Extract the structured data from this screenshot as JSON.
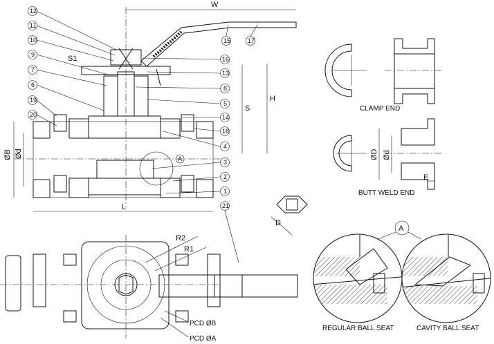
{
  "balloons": [
    "12",
    "11",
    "10",
    "9",
    "7",
    "6",
    "19",
    "20",
    "15",
    "17",
    "16",
    "13",
    "8",
    "5",
    "14",
    "18",
    "4",
    "3",
    "2",
    "1",
    "21"
  ],
  "dimensions": {
    "W": "W",
    "H": "H",
    "S": "S",
    "S1": "S1",
    "L": "L",
    "OB": "ØB",
    "Od": "Ød",
    "OD_butt": "ØD",
    "Od_butt": "Ød",
    "E": "E",
    "D": "D",
    "R1": "R1",
    "R2": "R2",
    "detail": "A"
  },
  "captions": {
    "clamp_end": "CLAMP END",
    "butt_weld_end": "BUTT WELD END",
    "regular_ball_seat": "REGULAR BALL SEAT",
    "cavity_ball_seat": "CAVITY  BALL SEAT",
    "pcd_b": "PCD  ØB",
    "pcd_a": "PCD  ØA"
  }
}
